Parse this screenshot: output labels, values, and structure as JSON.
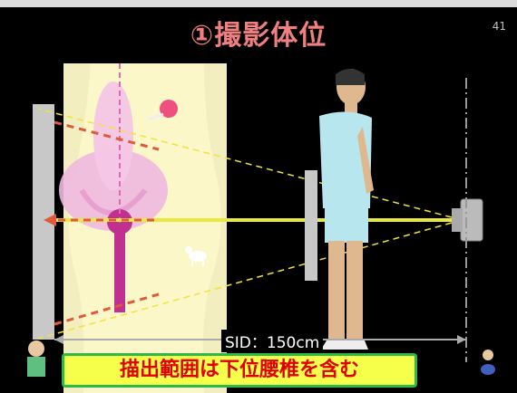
{
  "slide": {
    "title": "①撮影体位",
    "page_number": "41",
    "sid_label": "SID：150cm",
    "caption": "描出範囲は下位腰椎を含む"
  },
  "colors": {
    "background": "#000000",
    "title": "#f08080",
    "beam": "#f2e33a",
    "beam_center": "#e8e840",
    "central_ray": "#e05a3a",
    "caption_bg": "#f6ff4a",
    "caption_border": "#2db84b",
    "caption_text": "#e00000"
  },
  "icons": [
    "person-standing-icon",
    "x-ray-tube-icon",
    "pelvis-anatomy-icon",
    "dog-icon",
    "doctor-character-icon",
    "small-character-icon",
    "ruler-arrow-icon"
  ]
}
